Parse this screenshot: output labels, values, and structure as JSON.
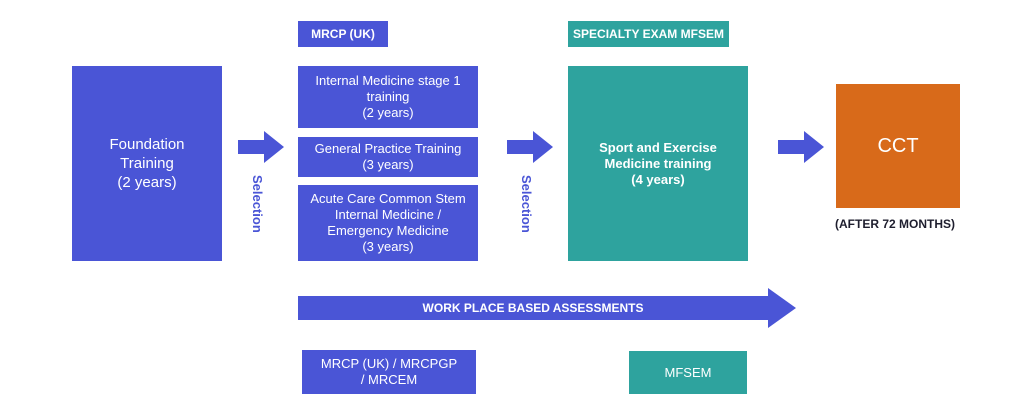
{
  "colors": {
    "blue": "#4a55d6",
    "teal": "#2ea39e",
    "orange": "#d86a1a"
  },
  "foundation": {
    "title": "Foundation Training",
    "duration": "(2 years)"
  },
  "mrcp_header": "MRCP (UK)",
  "specialty_header": "SPECIALTY EXAM MFSEM",
  "core_options": [
    {
      "name": "Internal Medicine stage 1 training",
      "duration": "(2 years)"
    },
    {
      "name": "General Practice Training",
      "duration": "(3 years)"
    },
    {
      "name": "Acute Care Common Stem Internal Medicine / Emergency Medicine",
      "duration": "(3 years)"
    }
  ],
  "selection_label_1": "Selection",
  "selection_label_2": "Selection",
  "sem_training": {
    "title": "Sport and Exercise Medicine training",
    "duration": "(4 years)"
  },
  "cct": {
    "title": "CCT",
    "caption": "(AFTER 72 MONTHS)"
  },
  "wpba_label": "WORK PLACE BASED ASSESSMENTS",
  "exams": {
    "core": "MRCP (UK) / MRCPGP / MRCEM",
    "specialty": "MFSEM"
  }
}
